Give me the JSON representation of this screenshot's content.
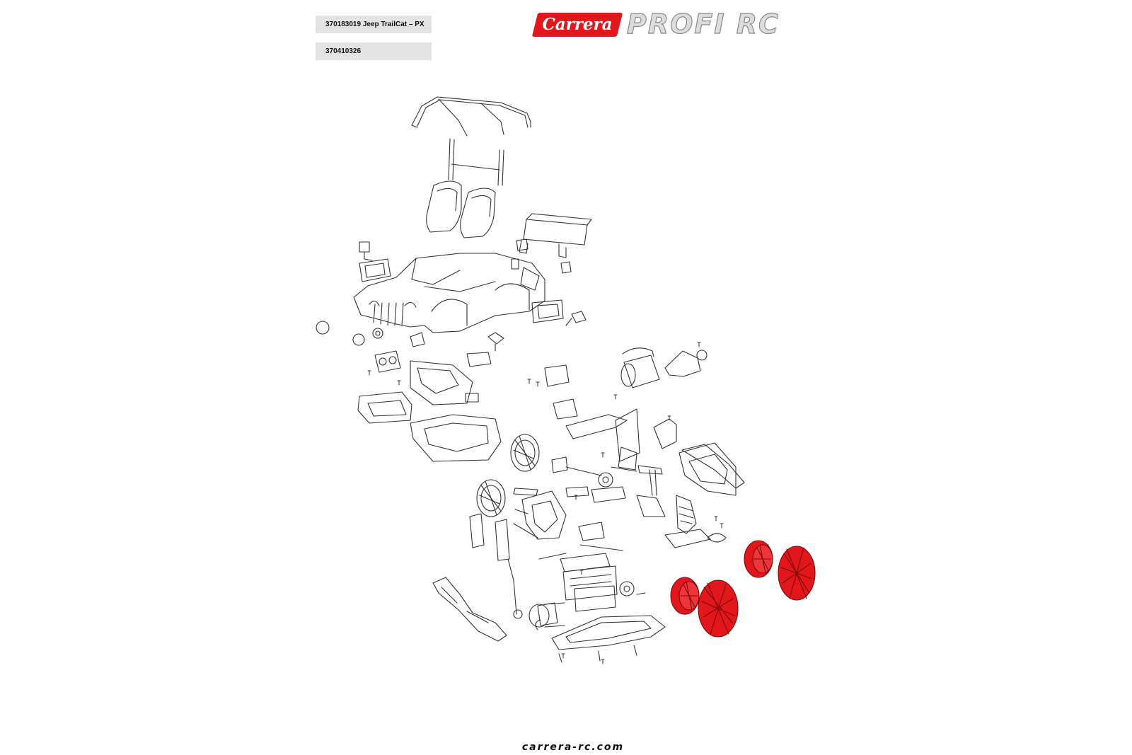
{
  "header": {
    "product_label": "370183019 Jeep TrailCat – PX",
    "part_number": "370410326",
    "brand_name": "Carrera",
    "brand_line": "PROFI RC"
  },
  "footer": {
    "url": "carrera-rc.com"
  },
  "colors": {
    "highlight": "#e3161b",
    "line": "#333333",
    "label_bg": "#e3e3e3"
  },
  "diagram": {
    "highlighted_parts": [
      "wheel-rim-front",
      "tire-front",
      "wheel-rim-rear",
      "tire-rear"
    ]
  }
}
